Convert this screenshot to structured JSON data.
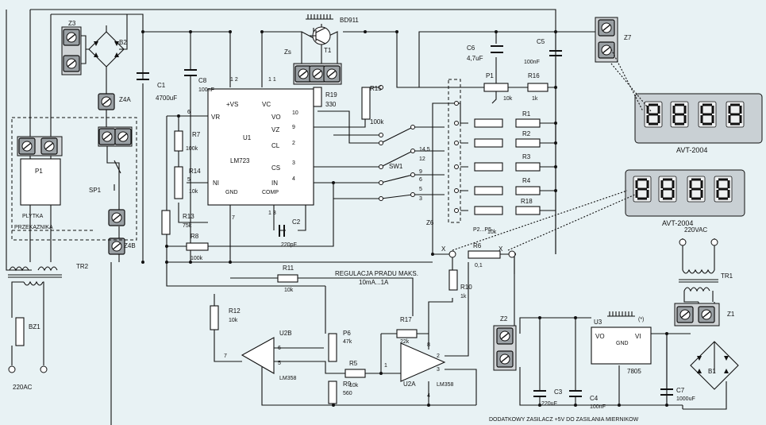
{
  "components": {
    "Z3": "Z3",
    "B2": "B2",
    "Z4A": "Z4A",
    "Z4B": "Z4B",
    "SP1": "SP1",
    "TR2": "TR2",
    "BZ1": "BZ1",
    "C1": "C1",
    "C1_val": "4700uF",
    "C8": "C8",
    "C8_val": "100nF",
    "U1": "U1",
    "U1_name": "LM723",
    "Zs": "Zs",
    "BD911": "BD911",
    "T1": "T1",
    "R19": "R19",
    "R19_val": "330",
    "R15": "R15",
    "R15_val": "100k",
    "C6": "C6",
    "C6_val": "4,7uF",
    "C5": "C5",
    "C5_val": "100nF",
    "Z7": "Z7",
    "P1": "P1",
    "P1_val": "10k",
    "R16": "R16",
    "R16_val": "1k",
    "R1": "R1",
    "R2": "R2",
    "R3": "R3",
    "R4": "R4",
    "R18": "R18",
    "P2P5": "P2...P5",
    "P5_val": "10k",
    "Z6": "Z6",
    "SW1": "SW1",
    "R7": "R7",
    "R7_val": "100k",
    "R14": "R14",
    "R14_val": "10k",
    "R13": "R13",
    "R13_val": "75k",
    "R8": "R8",
    "R8_val": "100k",
    "C2": "C2",
    "C2_val": "220pF",
    "R11": "R11",
    "R11_val": "10k",
    "R6": "R6",
    "R6_val": "0,1",
    "R10": "R10",
    "R10_val": "1k",
    "R12": "R12",
    "R12_val": "10k",
    "U2B": "U2B",
    "U2A": "U2A",
    "LM358": "LM358",
    "P6": "P6",
    "P6_val": "47k",
    "R5": "R5",
    "R5_val": "10k",
    "R9": "R9",
    "R9_val": "560",
    "R17": "R17",
    "R17_val": "22k",
    "Z2": "Z2",
    "U3": "U3",
    "U3_name": "7805",
    "C3": "C3",
    "C3_val": "220uF",
    "C4": "C4",
    "C4_val": "100nF",
    "C7": "C7",
    "C7_val": "1000uF",
    "TR1": "TR1",
    "Z1": "Z1",
    "B1": "B1",
    "relay_p1": "P1",
    "plytka": "PLYTKA",
    "przekaznika": "PRZEKAZNIKA"
  },
  "pins": {
    "u1_vs": "+VS",
    "u1_vc": "VC",
    "u1_vr": "VR",
    "u1_vo": "VO",
    "u1_vz": "VZ",
    "u1_cl": "CL",
    "u1_cs": "CS",
    "u1_ni": "NI",
    "u1_in": "IN",
    "u1_comp": "COMP",
    "u1_gnd": "GND",
    "p12": "1 2",
    "p11": "1 1",
    "p10": "10",
    "p9": "9",
    "p2": "2",
    "p3": "3",
    "p4": "4",
    "p6": "6",
    "p5": "5",
    "p7": "7",
    "p13": "1 3",
    "sw_145": "14,5",
    "sw_12": "12",
    "sw_9": "9",
    "sw_6": "6",
    "sw_5": "5",
    "sw_3": "3",
    "opa_6": "6",
    "opa_5": "5",
    "opa_7": "7",
    "opa_8": "8",
    "opa_2": "2",
    "opa_3": "3",
    "opa_1": "1",
    "opa_4": "4",
    "u3_vo": "VO",
    "u3_vi": "VI",
    "u3_gnd": "GND",
    "x1": "X",
    "x2": "X",
    "u3_star": "(*)"
  },
  "labels": {
    "reg1": "REGULACJA PRADU MAKS.",
    "reg2": "10mA...1A",
    "ac_left": "220AC",
    "ac_right": "220VAC",
    "footer": "DODATKOWY ZASILACZ +5V DO ZASILANIA MIERNIKOW"
  },
  "displays": [
    {
      "digits": [
        "8",
        "8",
        "8",
        "8"
      ],
      "caption": "AVT-2004"
    },
    {
      "digits": [
        "8",
        "8",
        "8",
        "8"
      ],
      "caption": "AVT-2004"
    }
  ],
  "colors": {
    "background": "#e8f2f4",
    "display_face": "#c9d0d4",
    "terminal": "#9aa0a4"
  }
}
